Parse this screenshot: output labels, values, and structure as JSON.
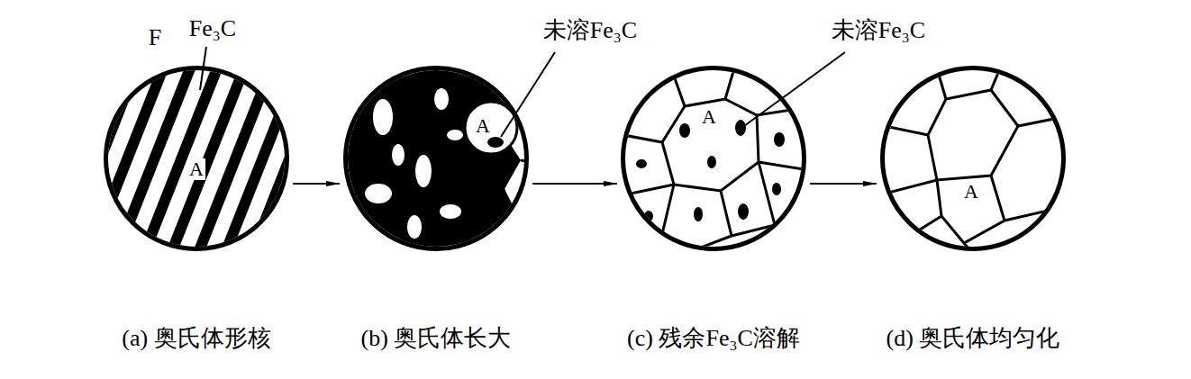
{
  "diagram": {
    "nodes": [
      {
        "text": [
          "A"
        ]
      },
      {
        "text": [
          "A"
        ]
      },
      {
        "text": [
          "A"
        ]
      },
      {
        "text": [
          "A"
        ]
      }
    ],
    "edges": [
      {
        "from": 0,
        "to": 1,
        "arrow": "to"
      },
      {
        "from": 1,
        "to": 2,
        "arrow": "to"
      },
      {
        "from": 2,
        "to": 3,
        "arrow": "to"
      }
    ],
    "labels": [
      "F",
      "Fe₃C",
      "未溶Fe₃C",
      "未溶Fe₃C",
      "(a) 奥氏体形核",
      "(b) 奥氏体长大",
      "(c) 残余Fe₃C溶解",
      "(d) 奥氏体均匀化"
    ]
  }
}
